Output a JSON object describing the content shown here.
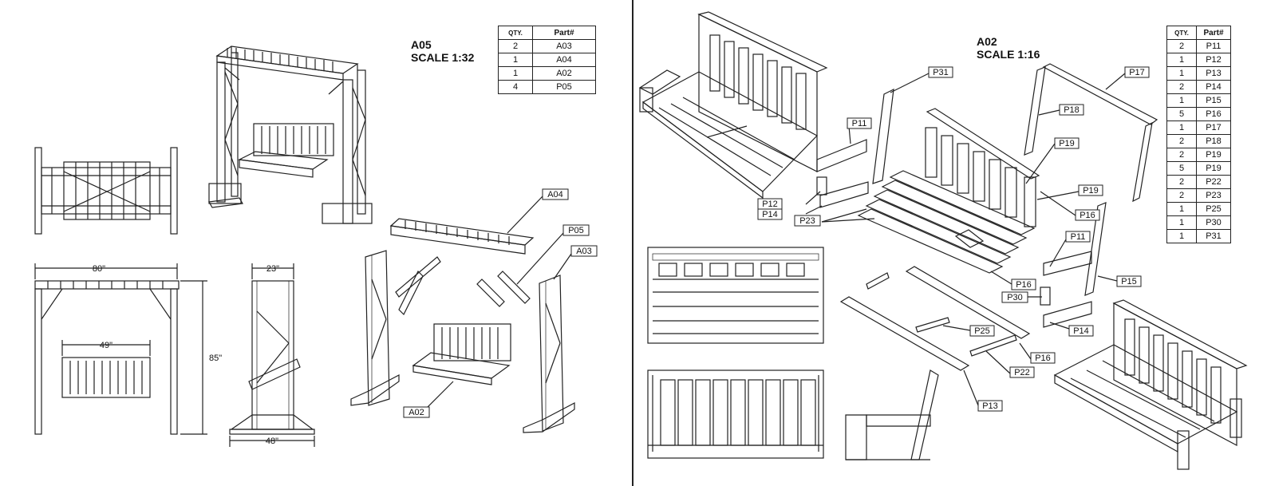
{
  "left_sheet": {
    "assembly": "A05",
    "scale": "SCALE 1:32",
    "bom_headers": [
      "QTY.",
      "Part#"
    ],
    "bom_rows": [
      {
        "qty": "2",
        "part": "A03"
      },
      {
        "qty": "1",
        "part": "A04"
      },
      {
        "qty": "1",
        "part": "A02"
      },
      {
        "qty": "4",
        "part": "P05"
      }
    ],
    "dimensions": {
      "width": "80\"",
      "depth": "23\"",
      "height": "85\"",
      "seat": "49\"",
      "base": "48\""
    },
    "callouts": [
      "A04",
      "P05",
      "A03",
      "A02"
    ]
  },
  "right_sheet": {
    "assembly": "A02",
    "scale": "SCALE 1:16",
    "bom_headers": [
      "QTY.",
      "Part#"
    ],
    "bom_rows": [
      {
        "qty": "2",
        "part": "P11"
      },
      {
        "qty": "1",
        "part": "P12"
      },
      {
        "qty": "1",
        "part": "P13"
      },
      {
        "qty": "2",
        "part": "P14"
      },
      {
        "qty": "1",
        "part": "P15"
      },
      {
        "qty": "5",
        "part": "P16"
      },
      {
        "qty": "1",
        "part": "P17"
      },
      {
        "qty": "2",
        "part": "P18"
      },
      {
        "qty": "2",
        "part": "P19"
      },
      {
        "qty": "5",
        "part": "P19"
      },
      {
        "qty": "2",
        "part": "P22"
      },
      {
        "qty": "2",
        "part": "P23"
      },
      {
        "qty": "1",
        "part": "P25"
      },
      {
        "qty": "1",
        "part": "P30"
      },
      {
        "qty": "1",
        "part": "P31"
      }
    ],
    "callouts": [
      "P31",
      "P17",
      "P18",
      "P11",
      "P19",
      "P19",
      "P12",
      "P14",
      "P23",
      "P16",
      "P11",
      "P16",
      "P30",
      "P15",
      "P14",
      "P25",
      "P16",
      "P22",
      "P13"
    ]
  }
}
